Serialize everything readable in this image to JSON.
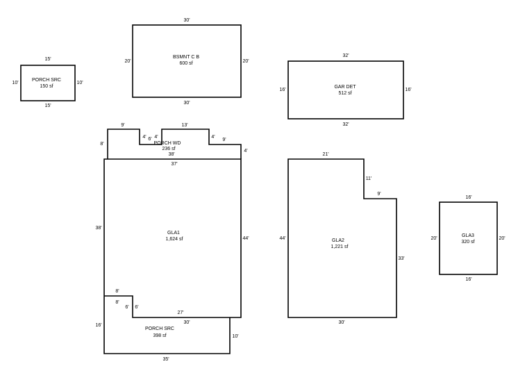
{
  "rooms": [
    {
      "id": "porch_src_small",
      "name": "PORCH SRC",
      "area": "150 sf",
      "dims": [
        "15'",
        "10'",
        "15'",
        "10'"
      ]
    },
    {
      "id": "bsmnt",
      "name": "BSMNT C B",
      "area": "600 sf",
      "dims": [
        "30'",
        "20'",
        "30'",
        "20'"
      ]
    },
    {
      "id": "gar",
      "name": "GAR DET",
      "area": "512 sf",
      "dims": [
        "32'",
        "16'",
        "32'",
        "16'"
      ]
    },
    {
      "id": "porch_wd",
      "name": "PORCH WD",
      "area": "236 sf",
      "dims": [
        "9'",
        "4'",
        "6'",
        "4'",
        "13'",
        "4'",
        "9'",
        "4'",
        "38'",
        "8'"
      ]
    },
    {
      "id": "gla1",
      "name": "GLA1",
      "area": "1,624 sf",
      "dims": [
        "37'",
        "44'",
        "27'",
        "6'",
        "8'",
        "38'"
      ]
    },
    {
      "id": "porch_src_large",
      "name": "PORCH SRC",
      "area": "398 sf",
      "dims": [
        "8'",
        "6'",
        "30'",
        "10'",
        "35'",
        "16'"
      ]
    },
    {
      "id": "gla2",
      "name": "GLA2",
      "area": "1,221 sf",
      "dims": [
        "21'",
        "11'",
        "9'",
        "33'",
        "30'",
        "44'"
      ]
    },
    {
      "id": "gla3",
      "name": "GLA3",
      "area": "320 sf",
      "dims": [
        "16'",
        "20'",
        "16'",
        "20'"
      ]
    }
  ]
}
